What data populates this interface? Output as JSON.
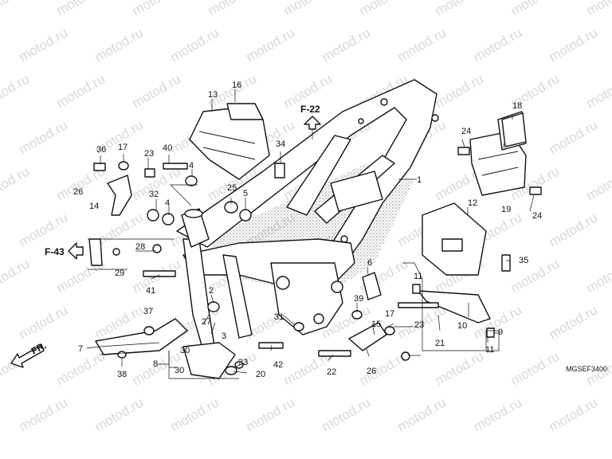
{
  "watermark": "motod.ru",
  "diagram_code": "MGSEF3400",
  "references": {
    "f22": "F-22",
    "f43": "F-43",
    "front": "FR."
  },
  "callouts": [
    "1",
    "2",
    "3",
    "4",
    "4",
    "5",
    "6",
    "7",
    "8",
    "9",
    "10",
    "11",
    "11",
    "12",
    "13",
    "14",
    "15",
    "16",
    "17",
    "17",
    "18",
    "19",
    "20",
    "21",
    "22",
    "23",
    "23",
    "24",
    "24",
    "25",
    "26",
    "26",
    "27",
    "28",
    "29",
    "30",
    "30",
    "31",
    "32",
    "33",
    "34",
    "35",
    "36",
    "37",
    "38",
    "39",
    "40",
    "41",
    "42"
  ]
}
